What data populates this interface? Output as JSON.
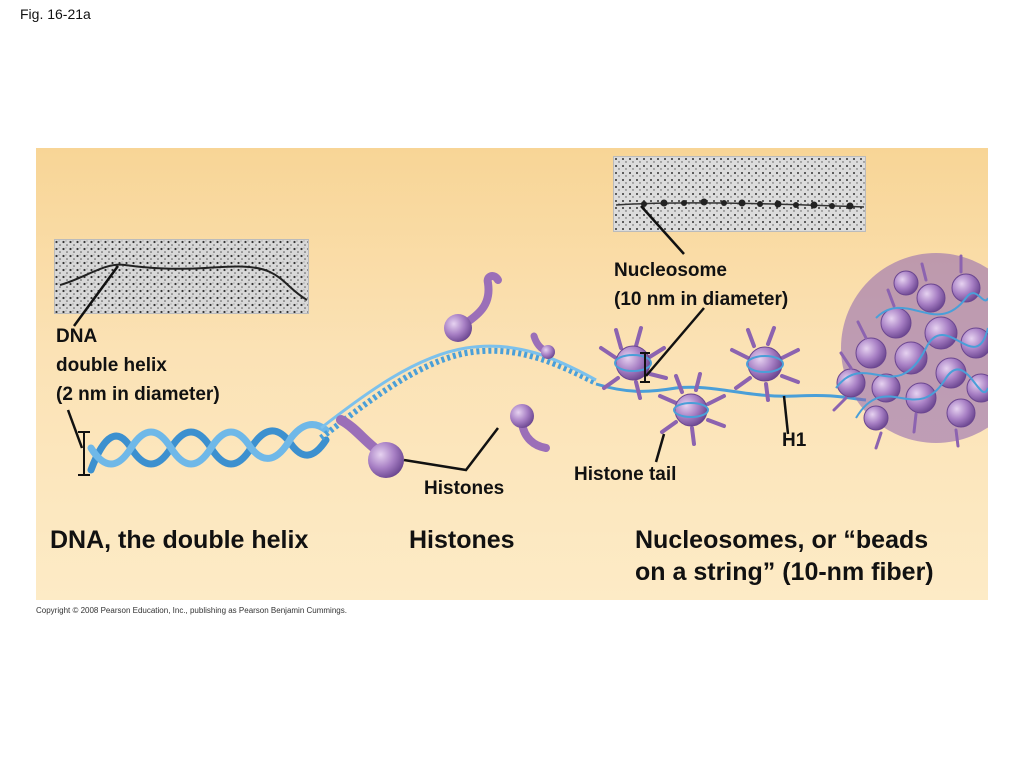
{
  "figure_label": "Fig. 16-21a",
  "labels": {
    "dna": [
      "DNA",
      "double helix",
      "(2 nm in diameter)"
    ],
    "nucleosome": [
      "Nucleosome",
      "(10 nm in diameter)"
    ],
    "histones": "Histones",
    "histone_tail": "Histone tail",
    "h1": "H1"
  },
  "captions": {
    "dna": "DNA, the double helix",
    "histones": "Histones",
    "nucleosomes": [
      "Nucleosomes, or “beads",
      "on a string” (10-nm fiber)"
    ]
  },
  "copyright": "Copyright © 2008 Pearson Education, Inc., publishing as Pearson Benjamin Cummings.",
  "colors": {
    "background": "#fbe2b5",
    "dna_strand": "#4a9fd8",
    "histone": "#9b6fb8",
    "chromatin": "#8c63b0"
  }
}
